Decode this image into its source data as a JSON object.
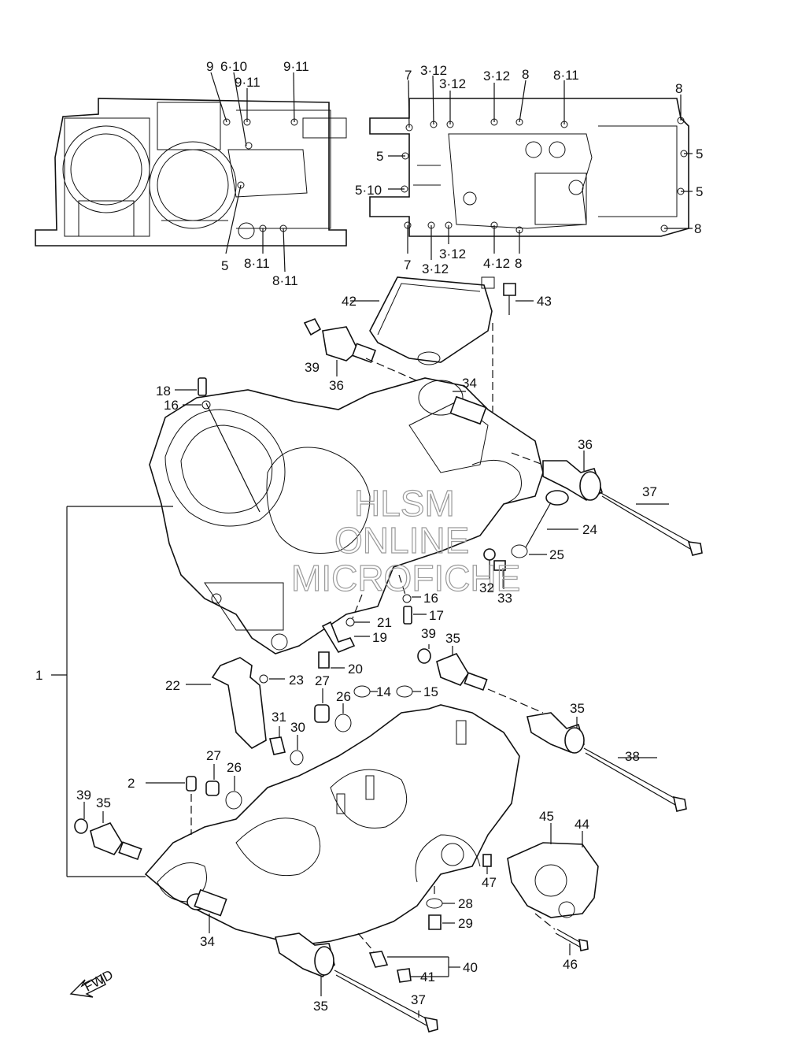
{
  "callouts": {
    "t1": "9",
    "t2": "6·10",
    "t3": "9·11",
    "t4": "9·11",
    "t5": "5",
    "t6": "8·11",
    "t7": "8·11",
    "t8": "7",
    "t9": "3·12",
    "t10": "3·12",
    "t11": "3·12",
    "t12": "8",
    "t13": "8·11",
    "t14": "8",
    "t15": "5",
    "t16": "5",
    "t17": "5",
    "t18": "5·10",
    "t19": "8",
    "t20": "7",
    "t21": "3·12",
    "t22": "3·12",
    "t23": "4·12",
    "t24": "8",
    "p42": "42",
    "p43": "43",
    "p39a": "39",
    "p36a": "36",
    "p34a": "34",
    "p18": "18",
    "p16a": "16",
    "p36b": "36",
    "p37a": "37",
    "p24": "24",
    "p25": "25",
    "p32": "32",
    "p33": "33",
    "p16b": "16",
    "p17": "17",
    "p21": "21",
    "p19": "19",
    "p20": "20",
    "p1": "1",
    "p22": "22",
    "p23": "23",
    "p27a": "27",
    "p26a": "26",
    "p14": "14",
    "p15": "15",
    "p39b": "39",
    "p35a": "35",
    "p31": "31",
    "p30": "30",
    "p35b": "35",
    "p38": "38",
    "p2": "2",
    "p27b": "27",
    "p26b": "26",
    "p39c": "39",
    "p35c": "35",
    "p45": "45",
    "p44": "44",
    "p47": "47",
    "p28": "28",
    "p29": "29",
    "p34b": "34",
    "p40": "40",
    "p41": "41",
    "p46": "46",
    "p35d": "35",
    "p37b": "37"
  },
  "watermark": {
    "line1": "HLSM",
    "line2": "ONLINE",
    "line3": "MICROFICHE"
  },
  "fwd_label": "FWD"
}
